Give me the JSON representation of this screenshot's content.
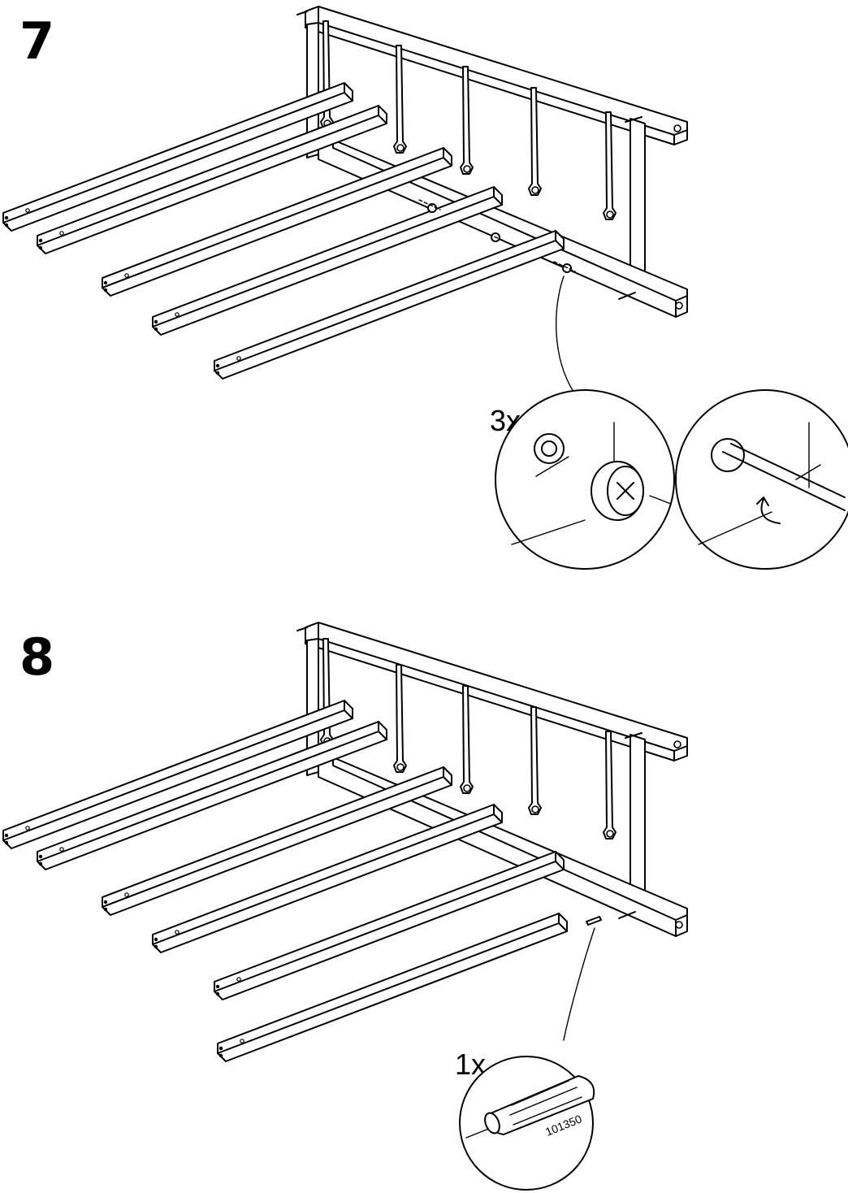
{
  "steps": [
    {
      "number": "7",
      "callout": {
        "quantity": "3x"
      }
    },
    {
      "number": "8",
      "callout": {
        "quantity": "1x",
        "part_code": "101350"
      }
    }
  ]
}
